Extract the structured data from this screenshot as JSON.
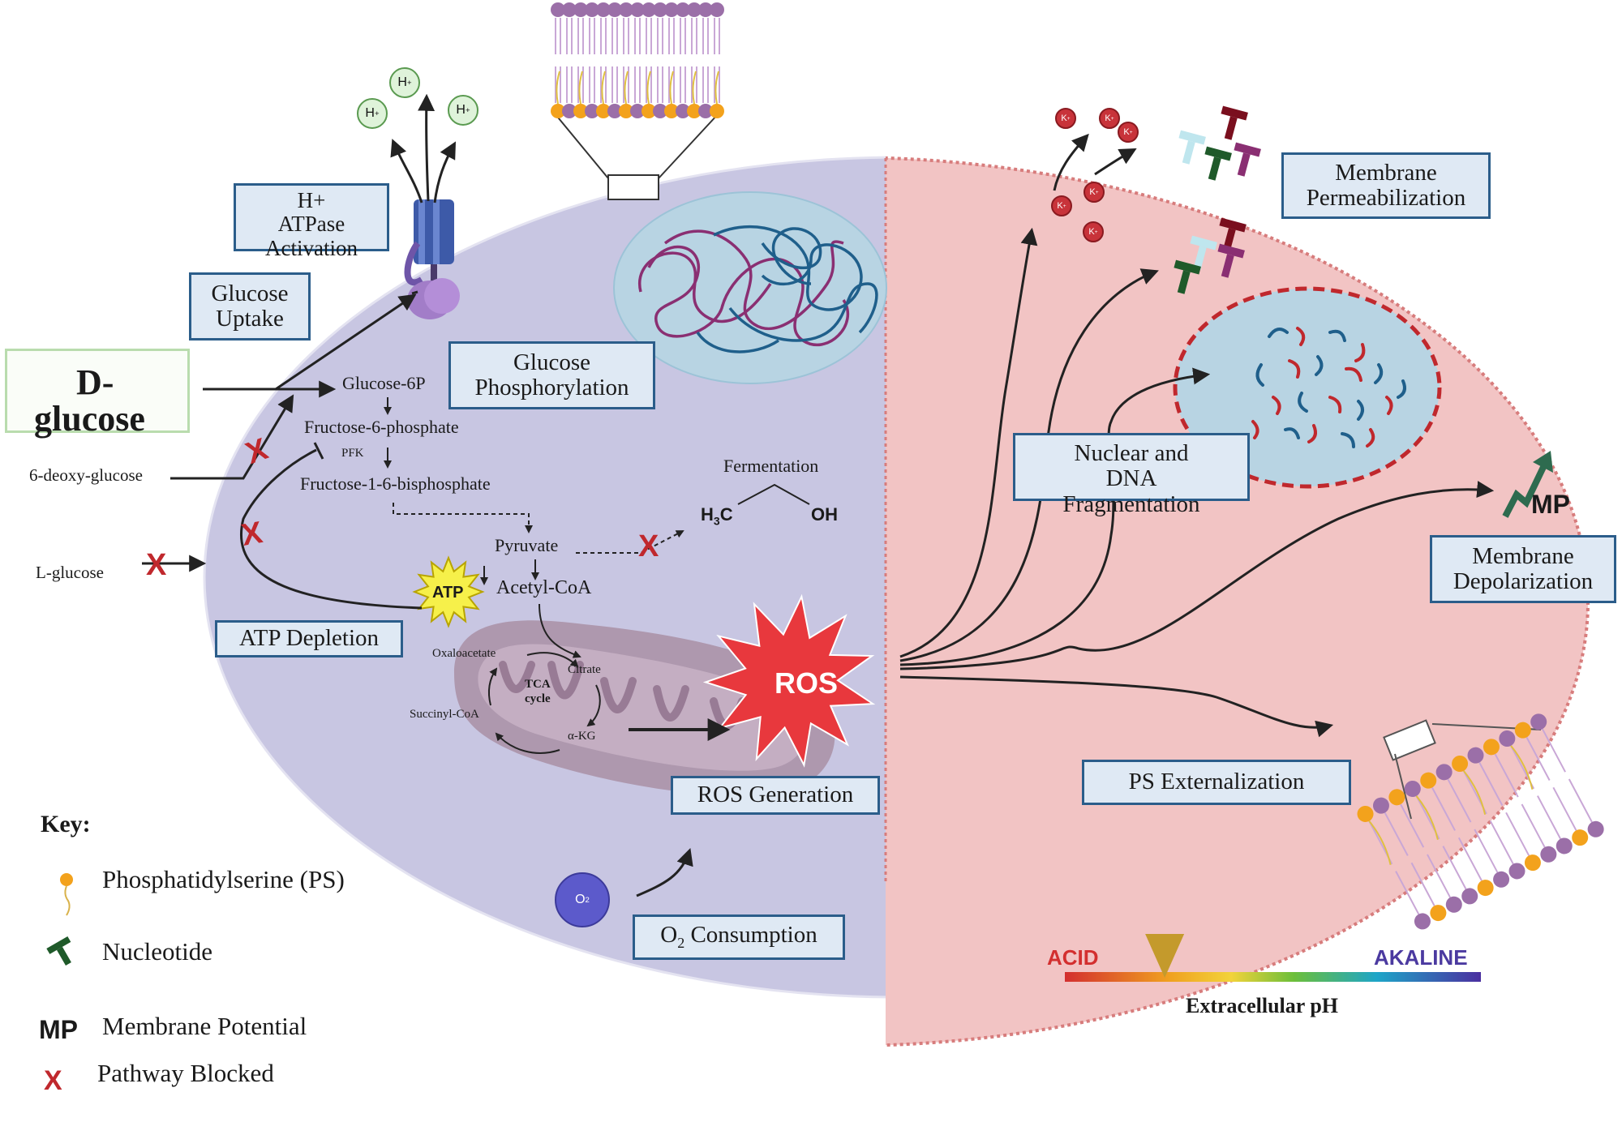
{
  "boxes": {
    "h_atpase": [
      "H+",
      "ATPase",
      "Activation"
    ],
    "glucose_uptake": [
      "Glucose",
      "Uptake"
    ],
    "glucose_phosphorylation": [
      "Glucose",
      "Phosphorylation"
    ],
    "atp_depletion": "ATP Depletion",
    "ros_generation": "ROS Generation",
    "o2_consumption_prefix": "O",
    "o2_consumption_sub": "2",
    "o2_consumption_suffix": " Consumption",
    "membrane_permeabilization": [
      "Membrane",
      "Permeabilization"
    ],
    "nuclear_dna": [
      "Nuclear and",
      "DNA",
      "Fragmentation"
    ],
    "membrane_depolarization": [
      "Membrane",
      "Depolarization"
    ],
    "ps_externalization": "PS Externalization"
  },
  "d_glucose": [
    "D-",
    "glucose"
  ],
  "pathway": {
    "glucose_6p": "Glucose-6P",
    "fructose_6p": "Fructose-6-phosphate",
    "pfk": "PFK",
    "fructose_16bp": "Fructose-1-6-bisphosphate",
    "pyruvate": "Pyruvate",
    "acetyl_coa": "Acetyl-CoA",
    "fermentation": "Fermentation",
    "ethanol_left": "H",
    "ethanol_sub": "3",
    "ethanol_c": "C",
    "ethanol_right": "OH",
    "atp_star": "ATP"
  },
  "inhibitors": {
    "deoxy_glucose": "6-deoxy-glucose",
    "l_glucose": "L-glucose"
  },
  "tca": {
    "title": [
      "TCA",
      "cycle"
    ],
    "oxaloacetate": "Oxaloacetate",
    "citrate": "Citrate",
    "succinyl_coa": "Succinyl-CoA",
    "akg": "α-KG"
  },
  "ros": "ROS",
  "ions": {
    "proton": "H",
    "proton_sup": "+",
    "potassium": "K",
    "potassium_sup": "+",
    "oxygen": "O",
    "oxygen_sub": "2"
  },
  "mp_label": "MP",
  "blocked_mark": "X",
  "key": {
    "title": "Key:",
    "items": [
      "Phosphatidylserine (PS)",
      "Nucleotide",
      "Membrane Potential",
      "Pathway Blocked"
    ],
    "mp_symbol": "MP",
    "blocked_symbol": "X"
  },
  "ph_scale": {
    "acid": "ACID",
    "alkaline": "AKALINE",
    "label": "Extracellular pH",
    "indicator_fraction": 0.24,
    "acid_color": "#d32f2f",
    "alkaline_color": "#4b3aa0"
  },
  "colors": {
    "healthy_cell": "#c8c6e2",
    "damaged_cell": "#f2c4c4",
    "box_fill": "#dfe9f4",
    "box_border": "#2b5d8a",
    "blocked": "#c0282d",
    "ros": "#e8383d",
    "nucleus": "#b8d4e3"
  }
}
